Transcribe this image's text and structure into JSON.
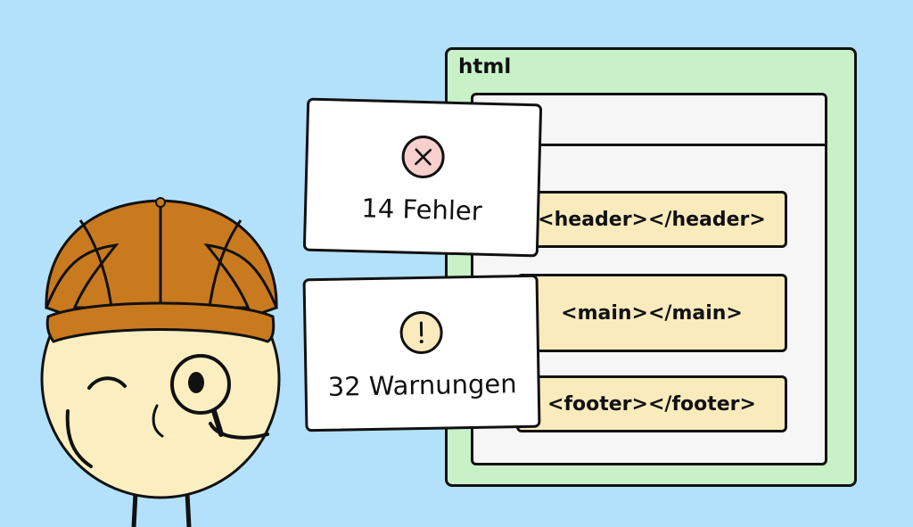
{
  "html_frame": {
    "label": "html"
  },
  "tags": {
    "header": "<header></header>",
    "main": "<main></main>",
    "footer": "<footer></footer>"
  },
  "cards": {
    "errors": {
      "count_label": "14 Fehler",
      "icon": "x-circle-icon"
    },
    "warnings": {
      "count_label": "32 Warnungen",
      "icon": "exclamation-circle-icon"
    }
  },
  "colors": {
    "background": "#b3e1fc",
    "html_frame": "#c8f1c7",
    "tag_fill": "#faebbd",
    "error_badge": "#f7cfcc",
    "warning_badge": "#faebbd",
    "hat": "#c97a1e",
    "face": "#fbefc1"
  }
}
